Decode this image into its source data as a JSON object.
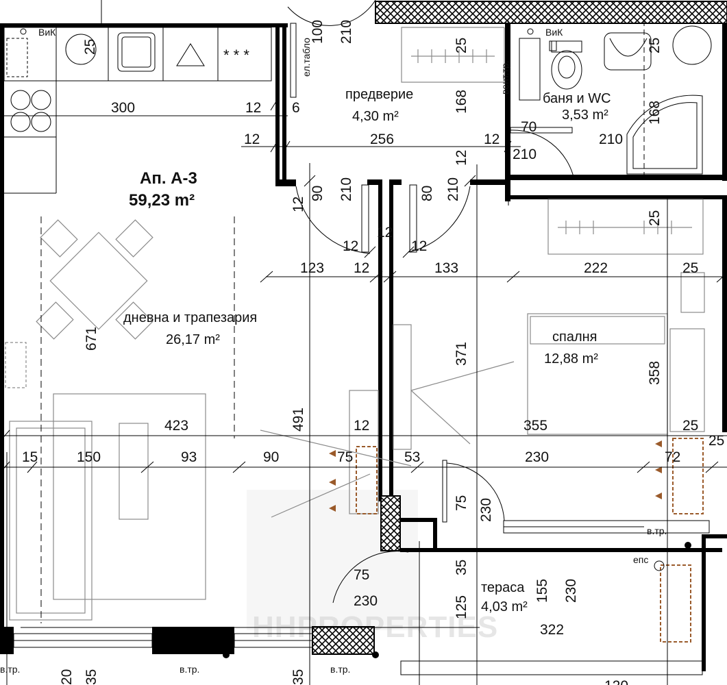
{
  "apartment": {
    "title": "Ап. А-3",
    "area": "59,23 m²"
  },
  "rooms": {
    "living": {
      "name": "дневна и трапезария",
      "area": "26,17 m²"
    },
    "hall": {
      "name": "предверие",
      "area": "4,30 m²"
    },
    "bath": {
      "name": "баня и WC",
      "area": "3,53 m²"
    },
    "bedroom": {
      "name": "спалня",
      "area": "12,88 m²"
    },
    "terrace": {
      "name": "тераса",
      "area": "4,03 m²"
    }
  },
  "labels": {
    "vik1": "ВиК",
    "vik2": "ВиК",
    "eltablo": "ел.табло",
    "venttr": "вент.тр.",
    "vtr1": "в.тр.",
    "vtr2": "в.тр.",
    "vtr3": "в.тр.",
    "vtr4": "в.тр.",
    "eps": "епс",
    "watermark": "HHPROPERTIES"
  },
  "dimensions": {
    "d25a": "25",
    "d100": "100",
    "d210a": "210",
    "d25b": "25",
    "d25c": "25",
    "d300": "300",
    "d12a": "12",
    "d6": "6",
    "d168a": "168",
    "d168b": "168",
    "d12b": "12",
    "d256": "256",
    "d12c": "12",
    "d70": "70",
    "d210b": "210",
    "d210c": "210",
    "d12d": "12",
    "d90a": "90",
    "d210d": "210",
    "d12e": "12",
    "d80": "80",
    "d210e": "210",
    "d12f": "12",
    "d12g": "12",
    "d12h": "12",
    "d123": "123",
    "d12i": "12",
    "d133": "133",
    "d222": "222",
    "d25d": "25",
    "d25e": "25",
    "d671": "671",
    "d371": "371",
    "d358": "358",
    "d491": "491",
    "d423": "423",
    "d12j": "12",
    "d355": "355",
    "d25f": "25",
    "d25g": "25",
    "d15": "15",
    "d150": "150",
    "d93": "93",
    "d90b": "90",
    "d75a": "75",
    "d53": "53",
    "d230a": "230",
    "d72": "72",
    "d75b": "75",
    "d230b": "230",
    "d35a": "35",
    "d75c": "75",
    "d230c": "230",
    "d155": "155",
    "d230d": "230",
    "d125": "125",
    "d322": "322",
    "d35b": "35",
    "d35c": "35",
    "d20": "20",
    "d120": "120"
  }
}
